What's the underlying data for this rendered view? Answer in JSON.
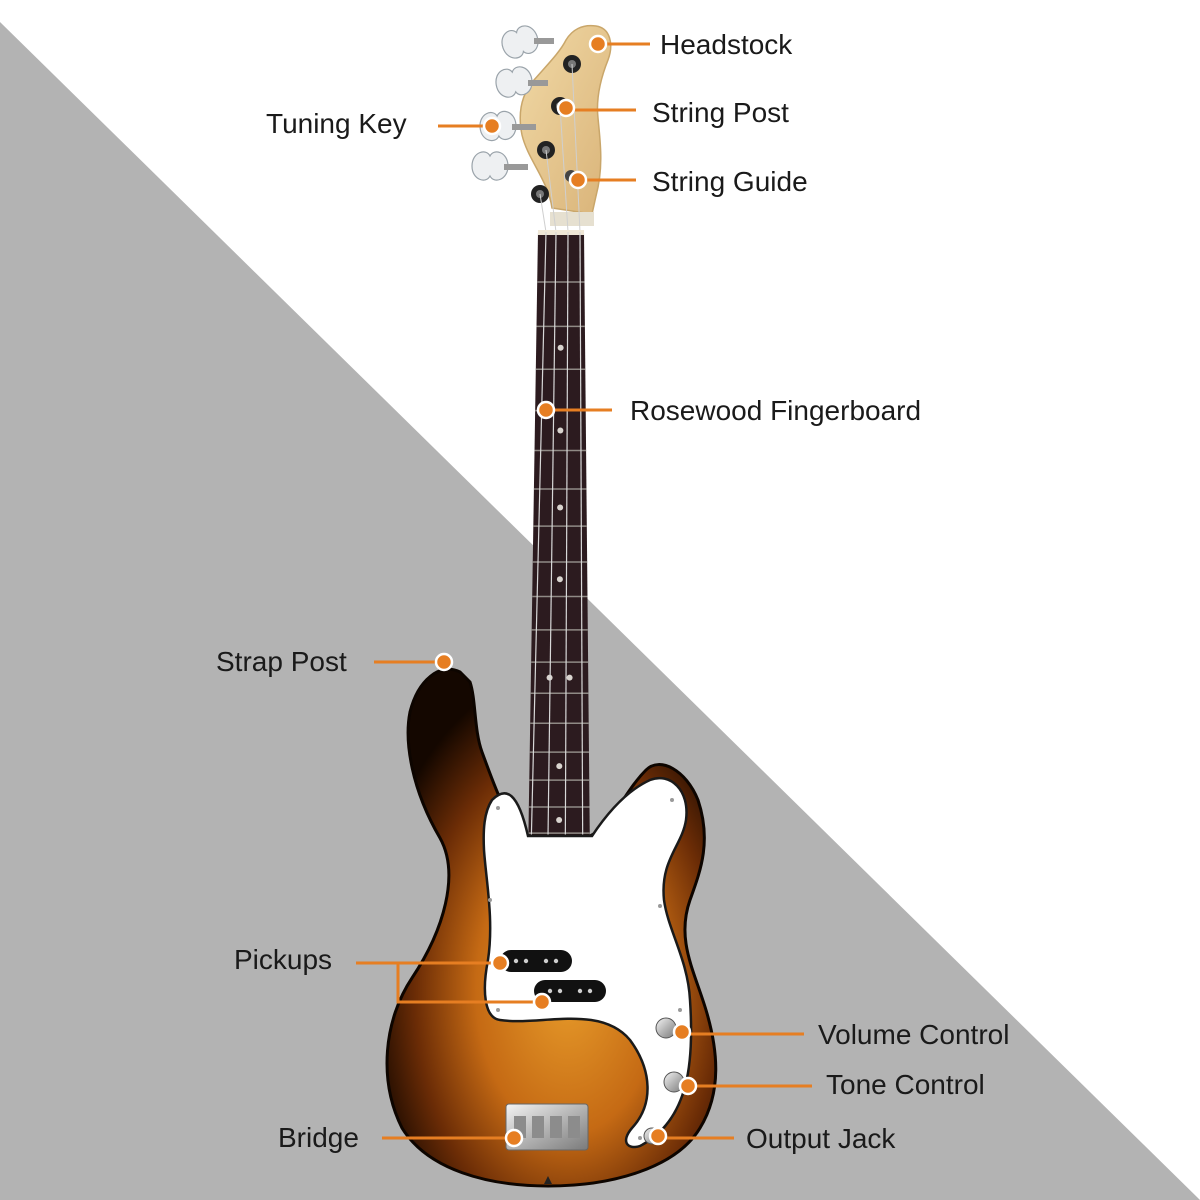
{
  "colors": {
    "background_light": "#ffffff",
    "background_gray": "#b3b3b3",
    "callout_orange": "#e67e22",
    "label_text": "#1a1a1a",
    "body_sunburst_center": "#d98a1e",
    "body_sunburst_edge": "#1a0a02",
    "pickguard": "#ffffff",
    "fingerboard": "#2c1b1f",
    "headstock": "#e8c991"
  },
  "labels": {
    "headstock": "Headstock",
    "string_post": "String Post",
    "tuning_key": "Tuning Key",
    "string_guide": "String Guide",
    "fingerboard": "Rosewood Fingerboard",
    "strap_post": "Strap Post",
    "pickups": "Pickups",
    "volume_control": "Volume Control",
    "tone_control": "Tone Control",
    "bridge": "Bridge",
    "output_jack": "Output Jack"
  }
}
